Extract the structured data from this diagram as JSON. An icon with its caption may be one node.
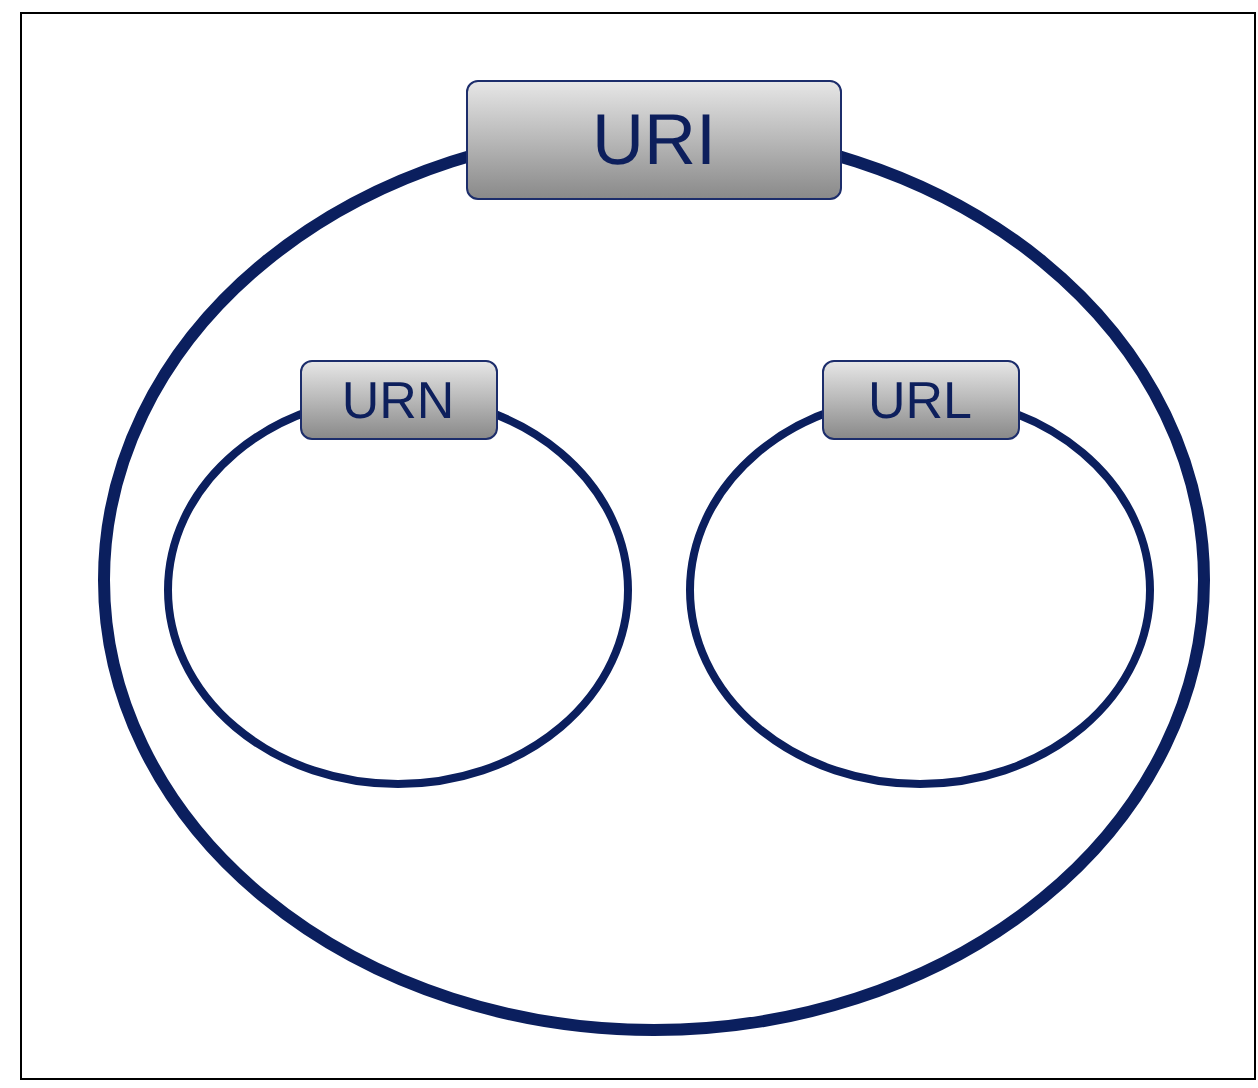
{
  "diagram": {
    "nodes": [
      {
        "text": [
          "URI"
        ]
      },
      {
        "text": [
          "URN"
        ],
        "in": 0
      },
      {
        "text": [
          "URL"
        ],
        "in": 0
      }
    ]
  }
}
